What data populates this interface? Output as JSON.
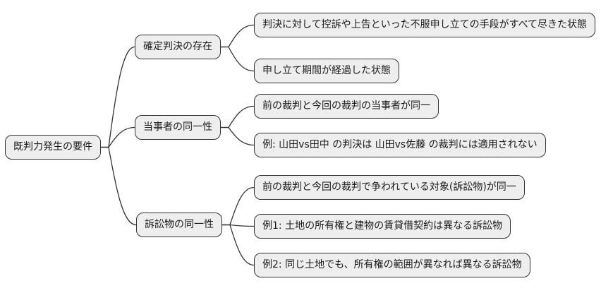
{
  "diagram": {
    "type": "mindmap",
    "root": {
      "label": "既判力発生の要件"
    },
    "branches": [
      {
        "label": "確定判決の存在",
        "children": [
          {
            "label": "判決に対して控訴や上告といった不服申し立ての手段がすべて尽きた状態"
          },
          {
            "label": "申し立て期間が経過した状態"
          }
        ]
      },
      {
        "label": "当事者の同一性",
        "children": [
          {
            "label": "前の裁判と今回の裁判の当事者が同一"
          },
          {
            "label": "例: 山田vs田中 の判決は 山田vs佐藤 の裁判には適用されない"
          }
        ]
      },
      {
        "label": "訴訟物の同一性",
        "children": [
          {
            "label": "前の裁判と今回の裁判で争われている対象(訴訟物)が同一"
          },
          {
            "label": "例1: 土地の所有権と建物の賃貸借契約は異なる訴訟物"
          },
          {
            "label": "例2: 同じ土地でも、所有権の範囲が異なれば異なる訴訟物"
          }
        ]
      }
    ],
    "colors": {
      "background": "#ffffff",
      "node_fill": "#eeeeee",
      "node_border": "#333333",
      "connector_line": "#333333",
      "text": "#1a1a1a"
    }
  }
}
